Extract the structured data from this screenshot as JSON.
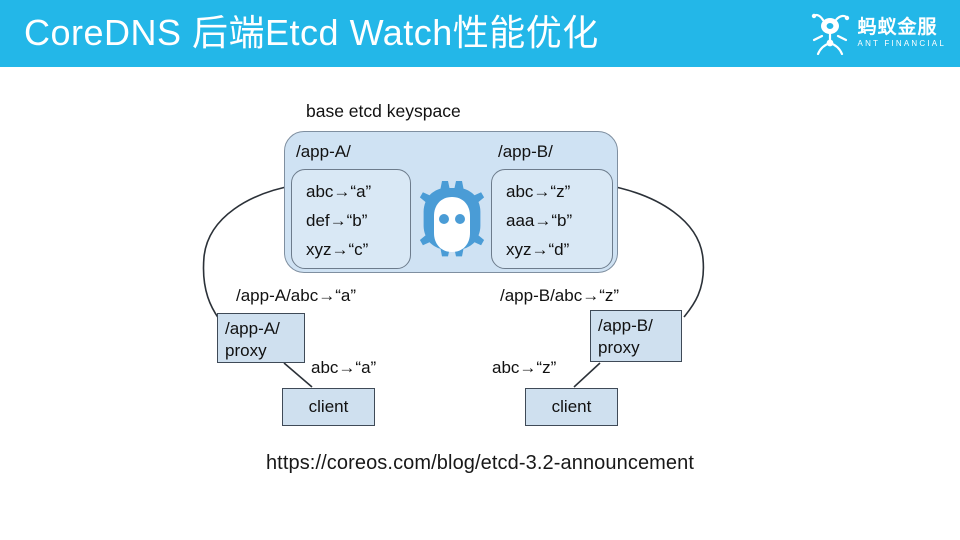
{
  "header": {
    "title": "CoreDNS  后端Etcd Watch性能优化",
    "band_color": "#23b7e8",
    "logo": {
      "icon": "ant-financial-mascot-icon",
      "cn_name": "蚂蚁金服",
      "en_name": "ANT FINANCIAL"
    }
  },
  "diagram": {
    "caption": "base etcd keyspace",
    "mascot_icon": "etcd-gear-robot-icon",
    "namespaces": [
      {
        "name": "/app-A/",
        "entries": [
          "abc→“a”",
          "def→“b”",
          "xyz→“c”"
        ]
      },
      {
        "name": "/app-B/",
        "entries": [
          "abc→“z”",
          "aaa→“b”",
          "xyz→“d”"
        ]
      }
    ],
    "edge_labels": {
      "a_full": "/app-A/abc→“a”",
      "b_full": "/app-B/abc→“z”",
      "a_short": "abc→“a”",
      "b_short": "abc→“z”"
    },
    "proxies": [
      {
        "line1": "/app-A/",
        "line2": "proxy"
      },
      {
        "line1": "/app-B/",
        "line2": "proxy"
      }
    ],
    "clients": [
      {
        "label": "client"
      },
      {
        "label": "client"
      }
    ],
    "colors": {
      "keyspace_fill": "#cfe2f3",
      "kv_fill": "#d9e8f5",
      "node_fill": "#cfe0ef",
      "mascot": "#4a9cd6",
      "stroke": "#3f4a57"
    }
  },
  "footer": {
    "source_url": "https://coreos.com/blog/etcd-3.2-announcement"
  }
}
